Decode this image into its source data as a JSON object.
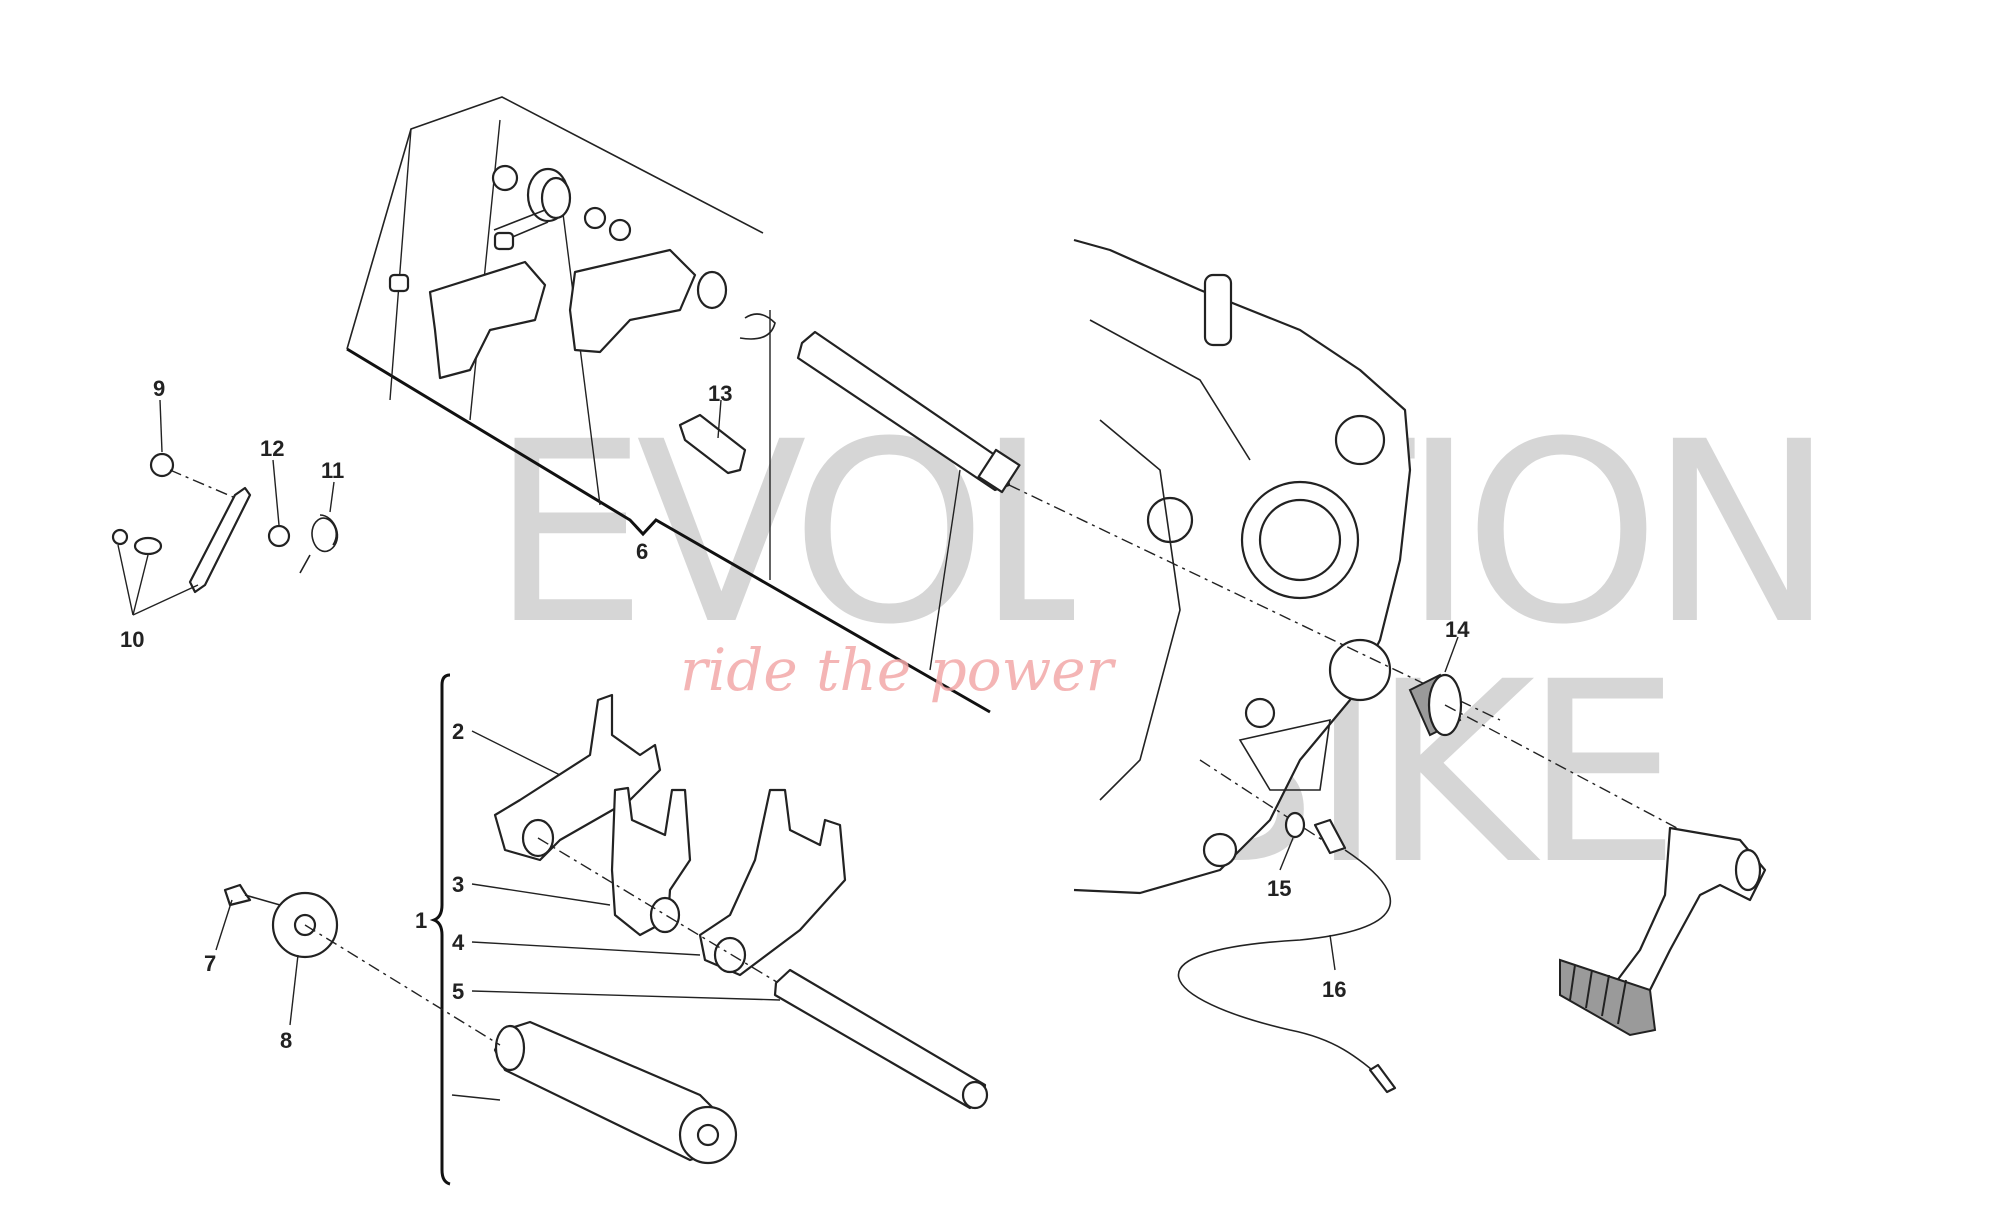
{
  "diagram": {
    "title": "Gearshift mechanism exploded view",
    "labels": [
      "1",
      "2",
      "3",
      "4",
      "5",
      "6",
      "7",
      "8",
      "9",
      "10",
      "11",
      "12",
      "13",
      "14",
      "15",
      "16"
    ],
    "watermark": {
      "word1": "EVOLUTION",
      "word2": "BIKE",
      "tagline": "ride the power",
      "color": "#8a8a8a",
      "tagline_color": "#f2a8a8"
    }
  }
}
